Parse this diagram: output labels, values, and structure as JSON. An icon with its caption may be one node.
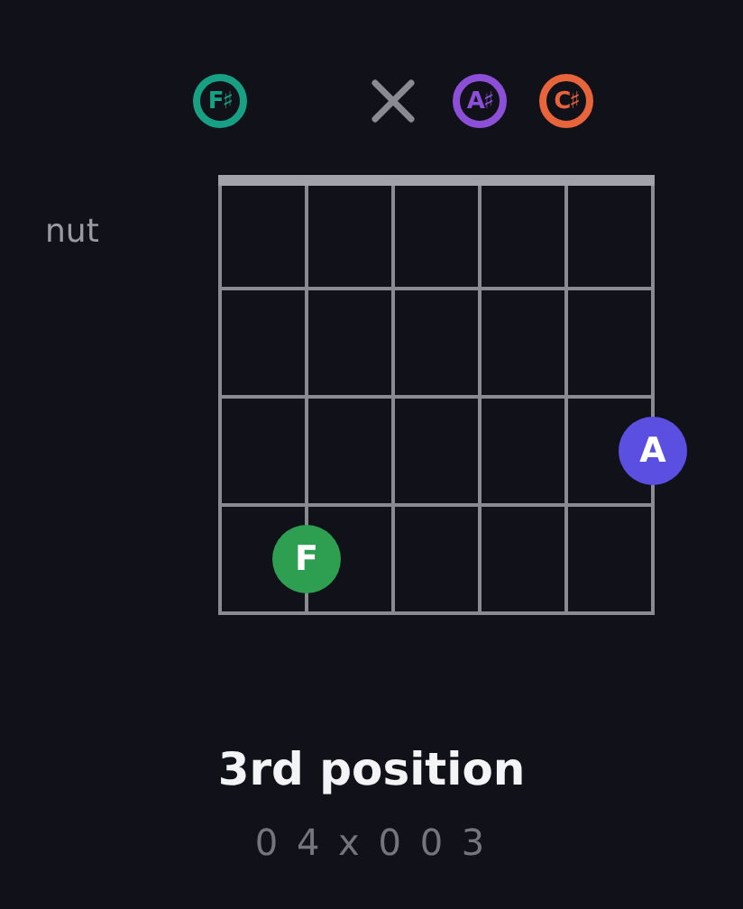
{
  "diagram": {
    "title": "3rd position",
    "caption": "0 4 x 0 0 3",
    "nodes": [
      {
        "text": [
          "F♯"
        ]
      },
      {
        "text": [
          "A♯"
        ]
      },
      {
        "text": [
          "C♯"
        ]
      },
      {
        "text": [
          "A"
        ]
      },
      {
        "text": [
          "F"
        ]
      }
    ],
    "labels": [
      "nut"
    ]
  }
}
